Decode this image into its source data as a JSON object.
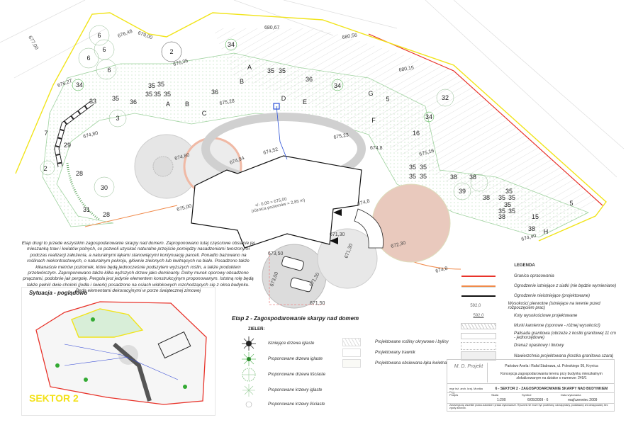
{
  "plan": {
    "house_text_1": "+/- 0,00 = 675,00",
    "house_text_2": "(różnica poziomów = 2,85 m)",
    "plant_labels": [
      "6",
      "6",
      "6",
      "6",
      "2",
      "34",
      "34",
      "34",
      "34",
      "35",
      "35",
      "35",
      "35",
      "35",
      "35",
      "35",
      "35",
      "36",
      "36",
      "36",
      "33",
      "3",
      "7",
      "29",
      "28",
      "30",
      "31",
      "28",
      "2",
      "32",
      "5",
      "16",
      "35",
      "35",
      "35",
      "35",
      "38",
      "38",
      "38",
      "39",
      "35",
      "35",
      "35",
      "35",
      "35",
      "35",
      "15",
      "38",
      "38",
      "5"
    ],
    "zone_labels": [
      "A",
      "A",
      "B",
      "B",
      "C",
      "D",
      "E",
      "F",
      "G",
      "H"
    ],
    "elevations": [
      "677,00",
      "676,48",
      "679,00",
      "680,67",
      "680,56",
      "676,35",
      "676,27",
      "675,28",
      "680,15",
      "674,80",
      "674,80",
      "674,94",
      "674,52",
      "675,23",
      "674,8",
      "675,16",
      "675,00",
      "671,30",
      "671,30",
      "671,30",
      "674,8",
      "672,30",
      "673,50",
      "673,00",
      "671,50",
      "674,40",
      "674,8"
    ]
  },
  "description": "Etap drugi to przede wszystkim zagospodarowanie skarpy nad domem. Zaproponowano tutaj częściowe obsianie jej mieszanką traw i kwiatów polnych, co pozwoli uzyskać naturalne przejście pomiędzy nasadzeniami tworzonymi podczas realizacji założenia, a naturalnymi łąkami stanowiącymi kontynuację parceli. Ponadto bazowano na roślinach niekontrastowych, o naturalnym pokroju, głównie zielonych lub kwitnących na biało. Posadzono także kikanaście metrów poziomek, które będą jednocześnie podszytem wyższych roślin, a także produktem przetwórczym. Zaproponowano także kilka wyższych drzew jako dominanty. Dolny murek oporowy obsadzono pnączami, podobnie jak pergolę. Pergola jest jedynie elementem konstrukcyjnym proponowanym. Istotną rolę będą także pełnić dwie choinki (jodła i świerk) posadzone na osiach widokowych rozchodzących się z okna budynku. Będą elementami dekoracyjnymi w porze świątecznej zimowej",
  "situation": {
    "title": "Sytuacja - poglądowo",
    "sector": "SEKTOR 2"
  },
  "stage_title": "Etap 2 - Zagospodarowanie skarpy nad domem",
  "greenery": {
    "title": "ZIELEŃ:",
    "items": [
      "Istniejące drzewa iglaste",
      "Proponowane drzewa iglaste",
      "Proponowane drzewa liściaste",
      "Proponowane krzewy iglaste",
      "Proponowane krzewy liściaste"
    ],
    "surfaces": [
      "Projektowane rośliny okrywowe i byliny",
      "Projektowany trawnik",
      "Projektowana obsiewana łąka kwietna"
    ]
  },
  "legend": {
    "title": "LEGENDA",
    "items": [
      {
        "label": "Granica opracowania",
        "color": "#e8332a"
      },
      {
        "label": "Ogrodzenie istniejące z siatki (nie będzie wymieniane)",
        "color": "#f08a4b"
      },
      {
        "label": "Ogrodzenie nieistniejące (projektowane)",
        "color": "#111111"
      },
      {
        "label": "Wysokości pierwotne (istniejące na terenie przed rozpoczęciem prac)",
        "symbol": "592,0"
      },
      {
        "label": "Koty wysokościowe projektowane",
        "symbol": "592,0"
      },
      {
        "label": "Murki kamienne (oporowe - różnej wysokości)"
      },
      {
        "label": "Palisada granitowa (obrzeże z kostki granitowej 11 cm - jednorzędowe)"
      },
      {
        "label": "Drenaż opaskowy i liniowy"
      },
      {
        "label": "Nawierzchnia projektowana (kostka granitowa szara)"
      }
    ]
  },
  "title_block": {
    "logo": "M. D. Projekt",
    "investor": "Państwo Anela i Rafał Stabrawa, ul. Poleskiego 95, Krynica",
    "project": "Koncepcja zagospodarowania terenu przy budynku mieszkalnym zlokalizowanym na działce o numerze: 249/1",
    "designer": "mgr inż. arch. kraj. Monika Dęg",
    "sheet_title": "6 - SEKTOR 2 - ZAGOSPODAROWANIE SKARPY NAD BUDYNKIEM",
    "scale_label": "Skala",
    "scale": "1:200",
    "drawing_no_label": "Symbol",
    "drawing_no": "6/05/2009 - 6",
    "date_label": "Data wykonania",
    "date": "maj/czerwiec 2009",
    "sign_label": "Podpis",
    "note": "Zastrzega się wszelkie prawa autorskie i prawa wykonawcze. Rysunek nie może być powielany, udostępniany, poddawany ani odstępowany bez zgody autorów."
  }
}
